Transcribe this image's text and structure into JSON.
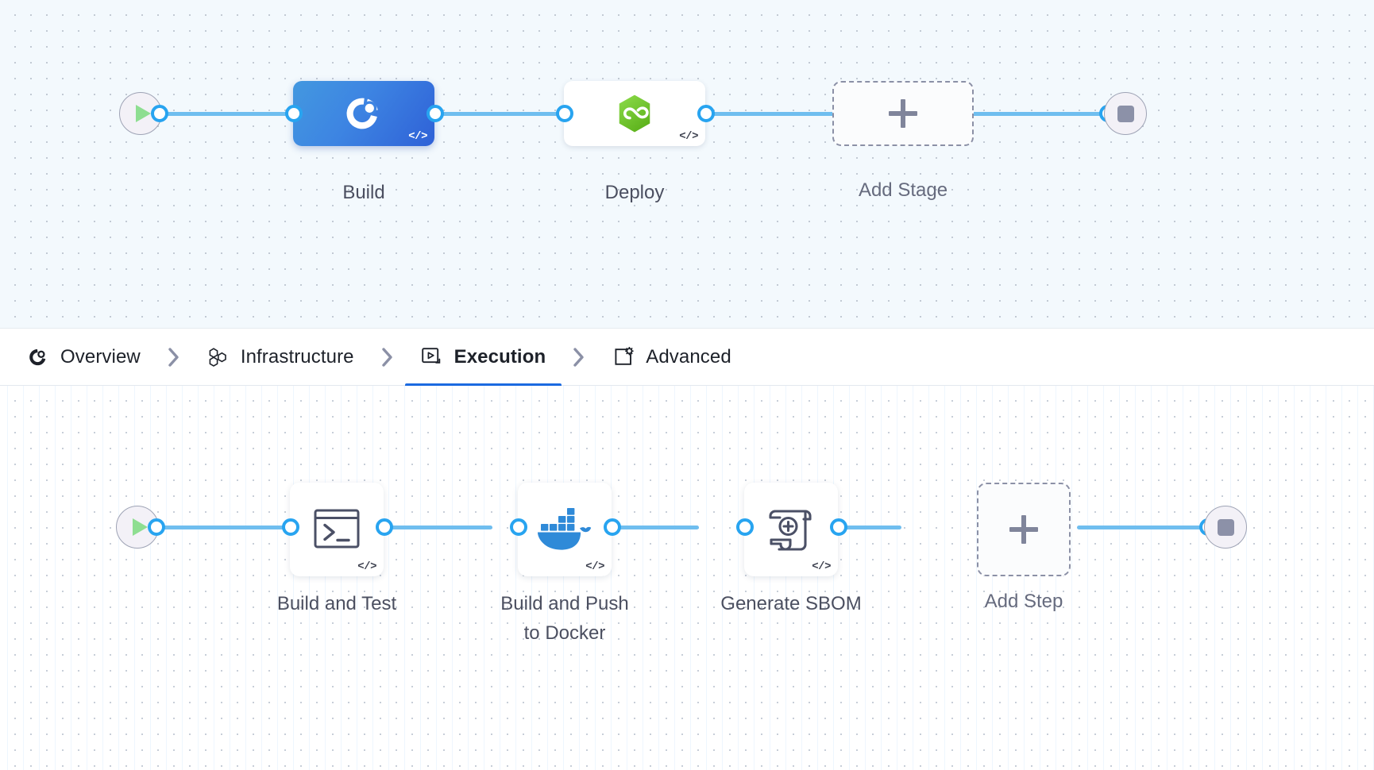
{
  "colors": {
    "accent_blue": "#1b6ae0",
    "edge_blue": "#6fbeef",
    "port_blue": "#28a4f0",
    "stage_primary_gradient_start": "#4398e0",
    "stage_primary_gradient_end": "#2f61d7",
    "canvas_top_bg": "#f3f9fd",
    "canvas_bottom_bg": "#ffffff",
    "label_text": "#4b4f60",
    "dashed_border": "#8b90a6",
    "start_play_green": "#8ede91",
    "stop_square_gray": "#8c91a8",
    "docker_blue": "#2a8bd8",
    "deploy_green": "#76c832"
  },
  "stage_canvas": {
    "name": "pipeline-stages-canvas",
    "start_node": {
      "icon": "play-icon",
      "label": ""
    },
    "end_node": {
      "icon": "stop-icon",
      "label": ""
    },
    "nodes": [
      {
        "label": "Build",
        "icon": "harness-ci-icon",
        "badge": "</>",
        "selected": true,
        "type": "stage"
      },
      {
        "label": "Deploy",
        "icon": "harness-cd-hex-icon",
        "badge": "</>",
        "selected": false,
        "type": "stage"
      },
      {
        "label": "Add Stage",
        "icon": "plus-icon",
        "badge": "",
        "selected": false,
        "type": "add"
      }
    ]
  },
  "tabs": {
    "name": "stage-config-tabs",
    "items": [
      {
        "label": "Overview",
        "icon": "overview-pie-icon",
        "active": false
      },
      {
        "label": "Infrastructure",
        "icon": "hexagon-cluster-icon",
        "active": false
      },
      {
        "label": "Execution",
        "icon": "play-box-icon",
        "active": true
      },
      {
        "label": "Advanced",
        "icon": "box-gear-icon",
        "active": false
      }
    ],
    "separator_icon": "chevron-right-icon"
  },
  "step_canvas": {
    "name": "execution-steps-canvas",
    "start_node": {
      "icon": "play-icon",
      "label": ""
    },
    "end_node": {
      "icon": "stop-icon",
      "label": ""
    },
    "nodes": [
      {
        "label": "Build and Test",
        "icon": "terminal-icon",
        "badge": "</>",
        "type": "step"
      },
      {
        "label": "Build and Push\nto Docker",
        "icon": "docker-icon",
        "badge": "</>",
        "type": "step"
      },
      {
        "label": "Generate SBOM",
        "icon": "sbom-scroll-icon",
        "badge": "</>",
        "type": "step"
      },
      {
        "label": "Add Step",
        "icon": "plus-icon",
        "badge": "",
        "type": "add"
      }
    ]
  }
}
